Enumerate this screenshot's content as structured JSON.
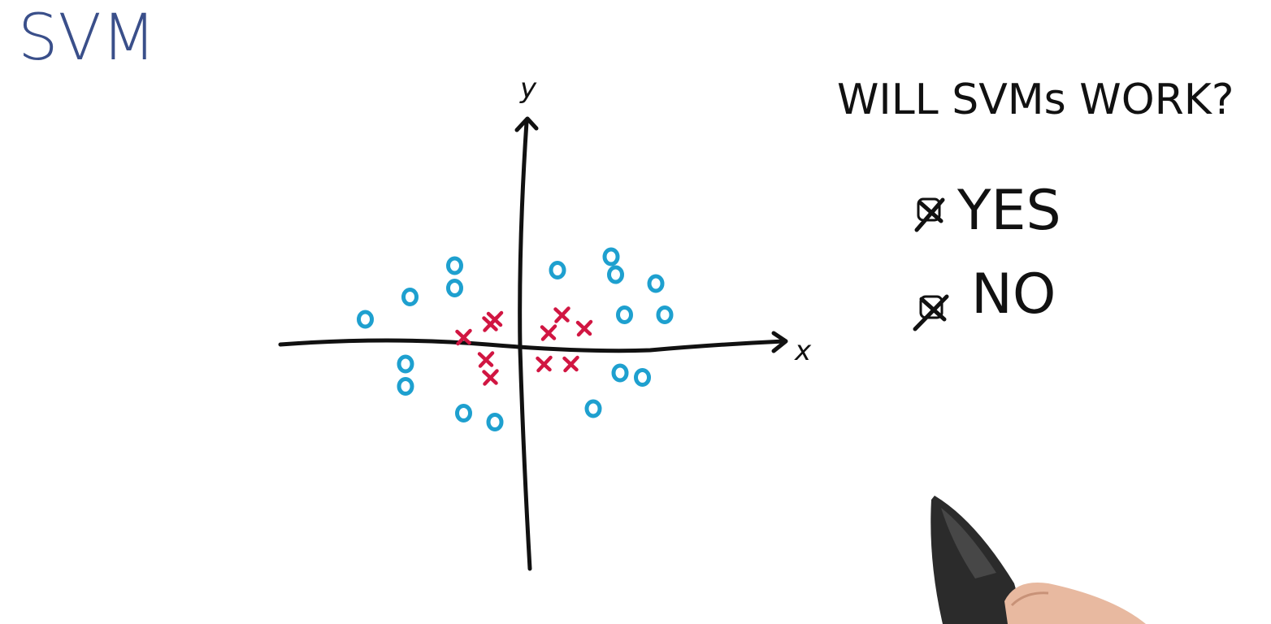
{
  "title": "SVM",
  "question": "WILL SVMs WORK?",
  "options": [
    {
      "label": "YES",
      "checked": true
    },
    {
      "label": "NO",
      "checked": false
    }
  ],
  "axes": {
    "x_label": "x",
    "y_label": "y"
  },
  "colors": {
    "title": "#3a4f8a",
    "ink": "#111111",
    "circle_class": "#1ea0cf",
    "cross_class": "#d11642"
  },
  "points": {
    "circles": [
      [
        -1.5,
        1.8
      ],
      [
        -1.5,
        1.3
      ],
      [
        -2.5,
        1.1
      ],
      [
        -3.5,
        0.6
      ],
      [
        0.8,
        1.7
      ],
      [
        2.0,
        2.0
      ],
      [
        2.1,
        1.6
      ],
      [
        3.0,
        1.4
      ],
      [
        2.3,
        0.7
      ],
      [
        3.2,
        0.7
      ],
      [
        -2.6,
        -0.4
      ],
      [
        -2.6,
        -0.9
      ],
      [
        -1.3,
        -1.5
      ],
      [
        -0.6,
        -1.7
      ],
      [
        2.2,
        -0.6
      ],
      [
        2.7,
        -0.7
      ],
      [
        1.6,
        -1.4
      ]
    ],
    "crosses": [
      [
        -0.6,
        0.6
      ],
      [
        -0.7,
        0.5
      ],
      [
        -1.3,
        0.2
      ],
      [
        0.9,
        0.7
      ],
      [
        0.6,
        0.3
      ],
      [
        1.4,
        0.4
      ],
      [
        -0.8,
        -0.3
      ],
      [
        -0.7,
        -0.7
      ],
      [
        0.5,
        -0.4
      ],
      [
        1.1,
        -0.4
      ]
    ]
  }
}
